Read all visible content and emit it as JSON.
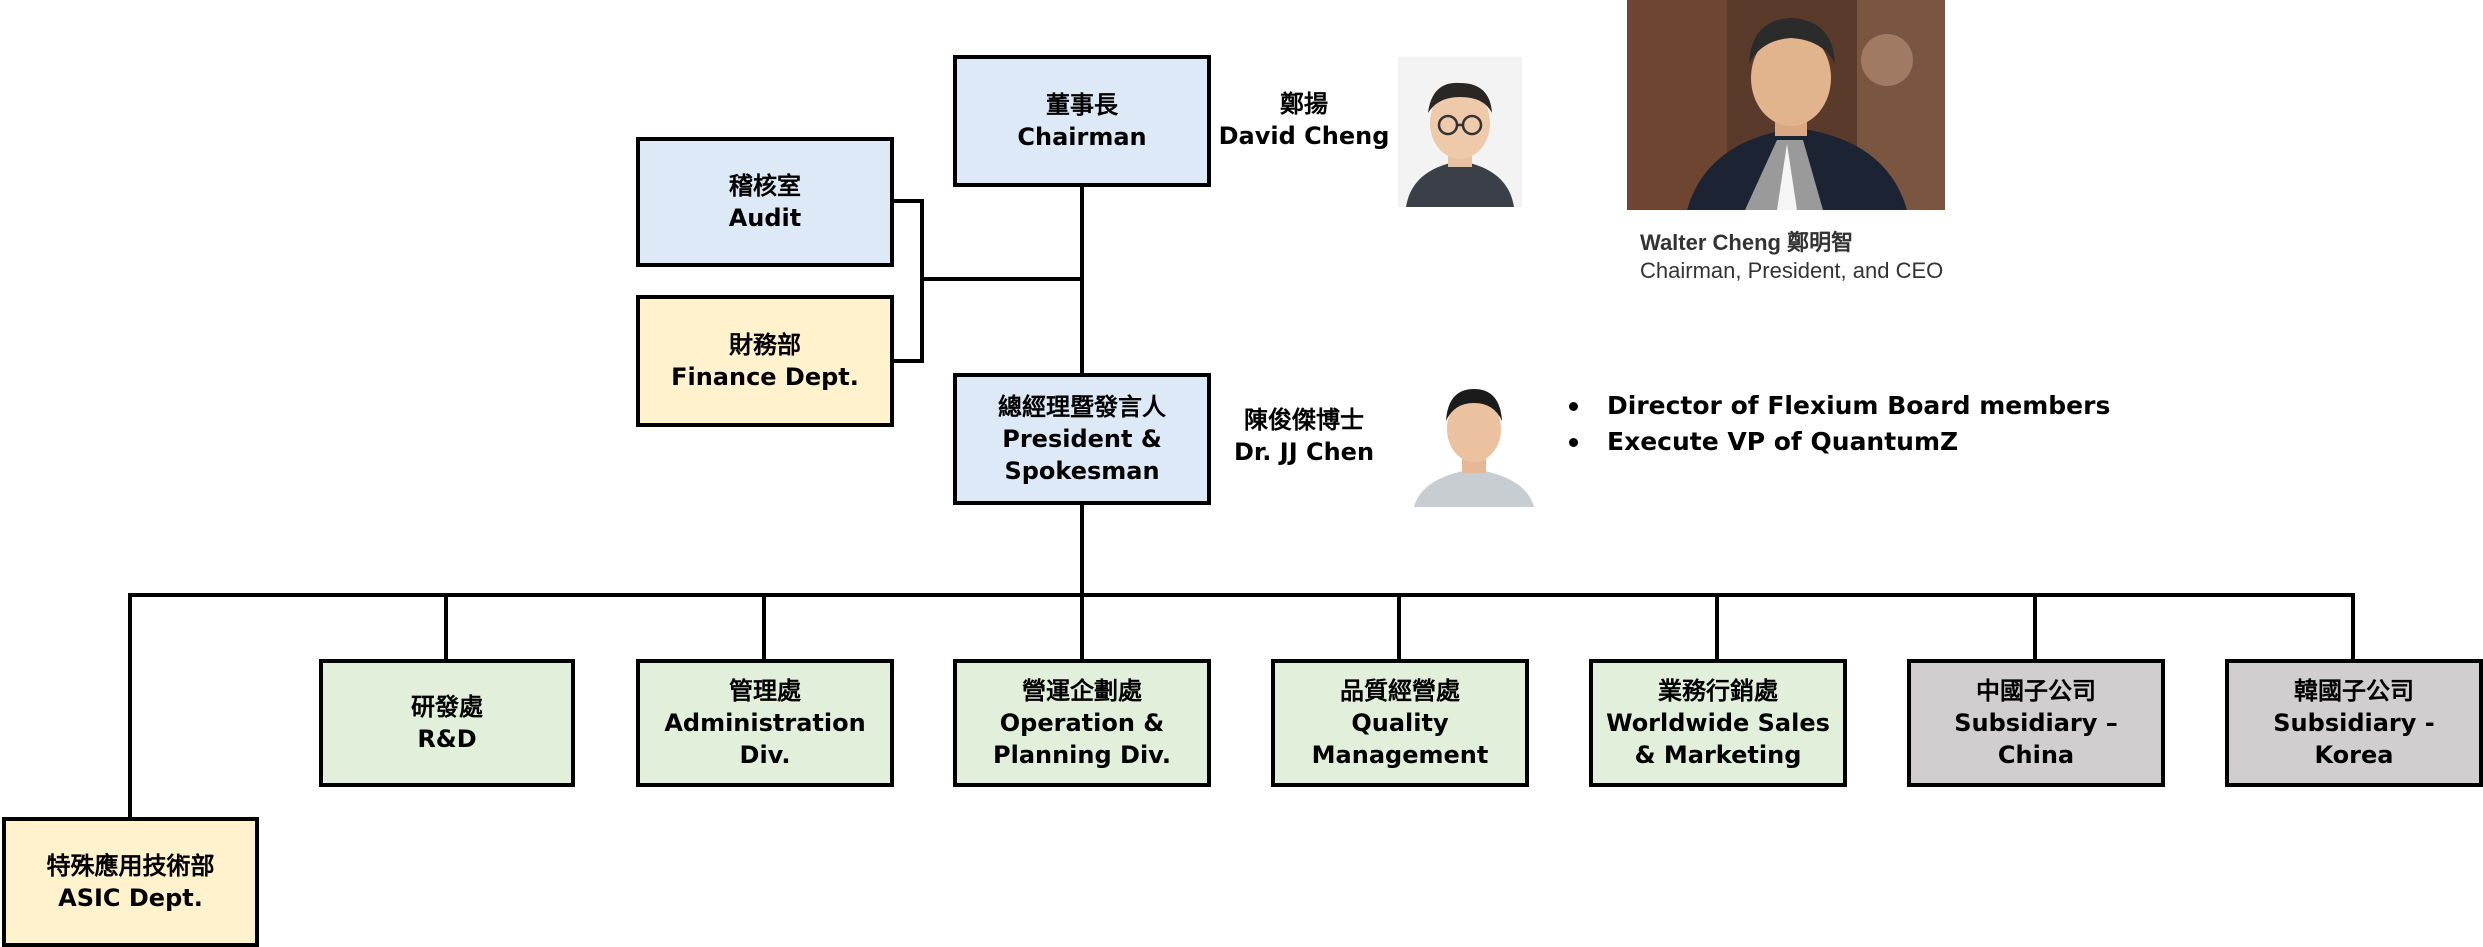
{
  "chairman": {
    "zh": "董事長",
    "en": "Chairman"
  },
  "audit": {
    "zh": "稽核室",
    "en": "Audit"
  },
  "finance": {
    "zh": "財務部",
    "en": "Finance Dept."
  },
  "president": {
    "zh": "總經理暨發言人",
    "en1": "President &",
    "en2": "Spokesman"
  },
  "chairman_person": {
    "zh": "鄭揚",
    "en": "David Cheng"
  },
  "president_person": {
    "zh": "陳俊傑博士",
    "en": "Dr. JJ Chen"
  },
  "president_roles": [
    "Director of Flexium Board members",
    "Execute VP of QuantumZ"
  ],
  "walter": {
    "name": "Walter Cheng 鄭明智",
    "title": "Chairman, President, and CEO"
  },
  "divisions": [
    {
      "zh": "研發處",
      "en": [
        "R&D"
      ]
    },
    {
      "zh": "管理處",
      "en": [
        "Administration",
        "Div."
      ]
    },
    {
      "zh": "營運企劃處",
      "en": [
        "Operation &",
        "Planning Div."
      ]
    },
    {
      "zh": "品質經營處",
      "en": [
        "Quality",
        "Management"
      ]
    },
    {
      "zh": "業務行銷處",
      "en": [
        "Worldwide Sales",
        "& Marketing"
      ]
    },
    {
      "zh": "中國子公司",
      "en": [
        "Subsidiary –",
        "China"
      ]
    },
    {
      "zh": "韓國子公司",
      "en": [
        "Subsidiary -",
        "Korea"
      ]
    }
  ],
  "asic": {
    "zh": "特殊應用技術部",
    "en": "ASIC Dept."
  },
  "colors": {
    "blue": "#dde9f6",
    "yellow": "#fff2cc",
    "green": "#e2efda",
    "gray": "#d0cece",
    "line": "#000000"
  },
  "icons": [
    "david-cheng-photo",
    "jj-chen-photo",
    "walter-cheng-photo"
  ]
}
